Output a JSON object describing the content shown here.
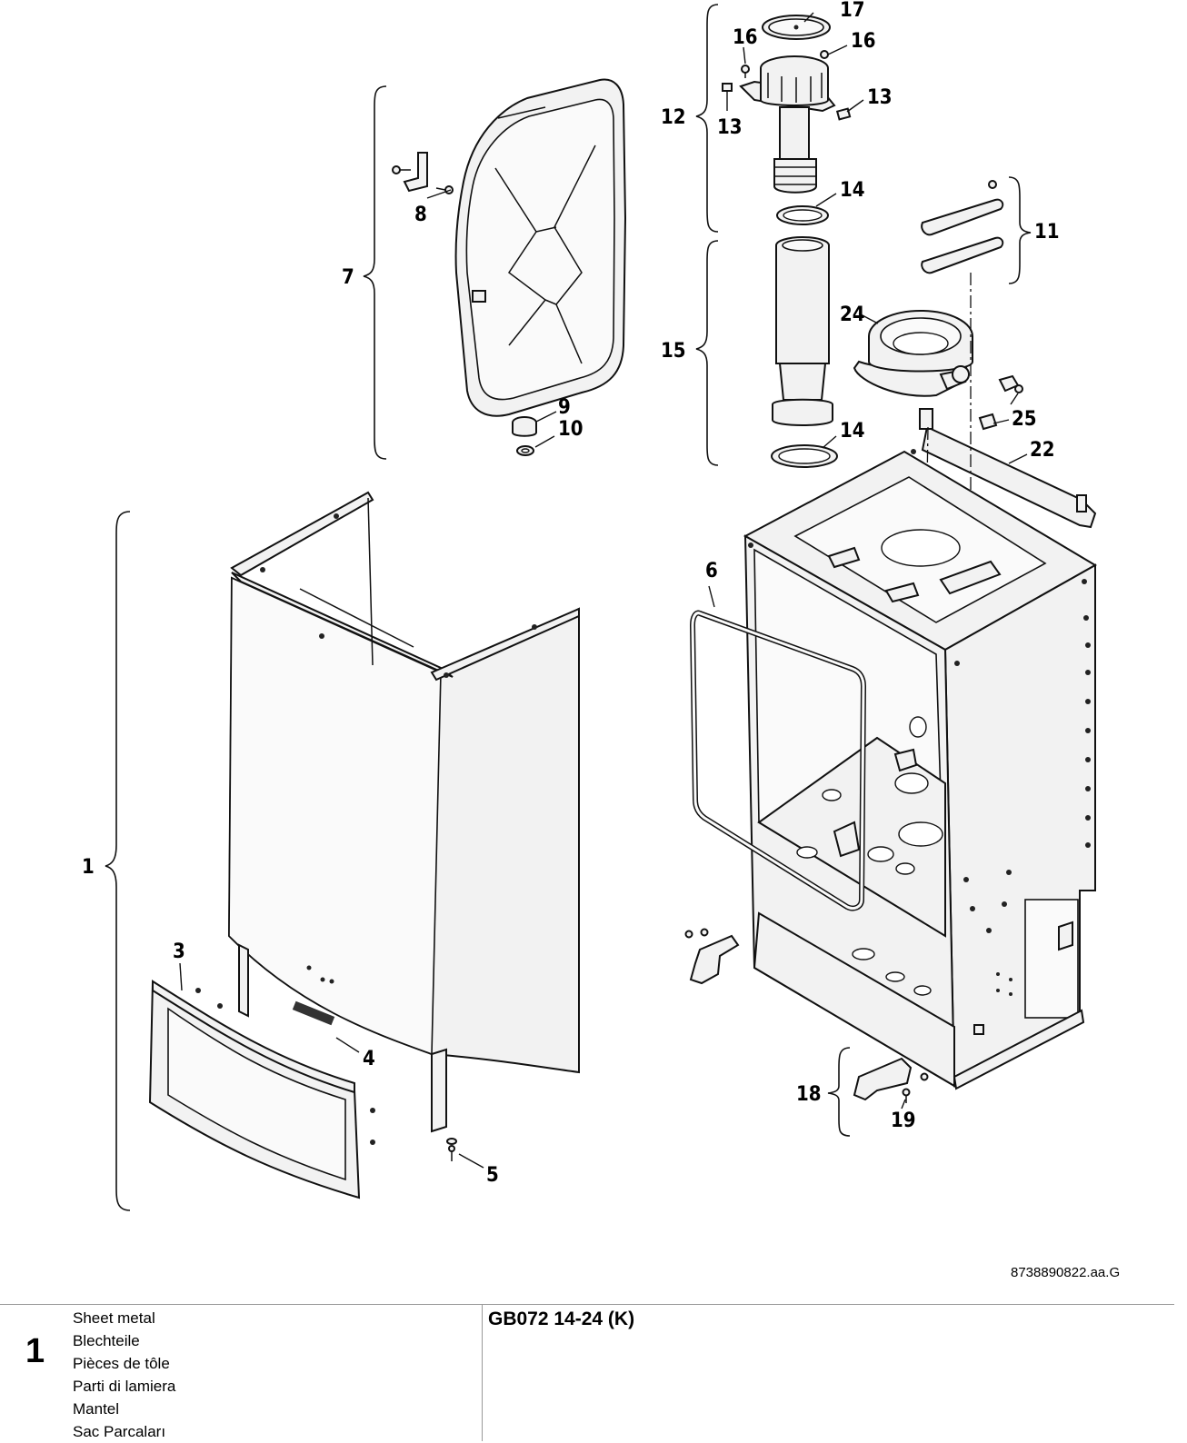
{
  "document_number": "8738890822.aa.G",
  "model": "GB072 14-24 (K)",
  "section": {
    "number": "1",
    "titles": [
      "Sheet metal",
      "Blechteile",
      "Pièces de tôle",
      "Parti di lamiera",
      "Mantel",
      "Sac Parcaları"
    ]
  },
  "callouts": [
    "1",
    "3",
    "4",
    "5",
    "6",
    "7",
    "8",
    "9",
    "10",
    "11",
    "12",
    "13",
    "13",
    "14",
    "14",
    "15",
    "16",
    "16",
    "17",
    "18",
    "19",
    "22",
    "24",
    "25"
  ]
}
